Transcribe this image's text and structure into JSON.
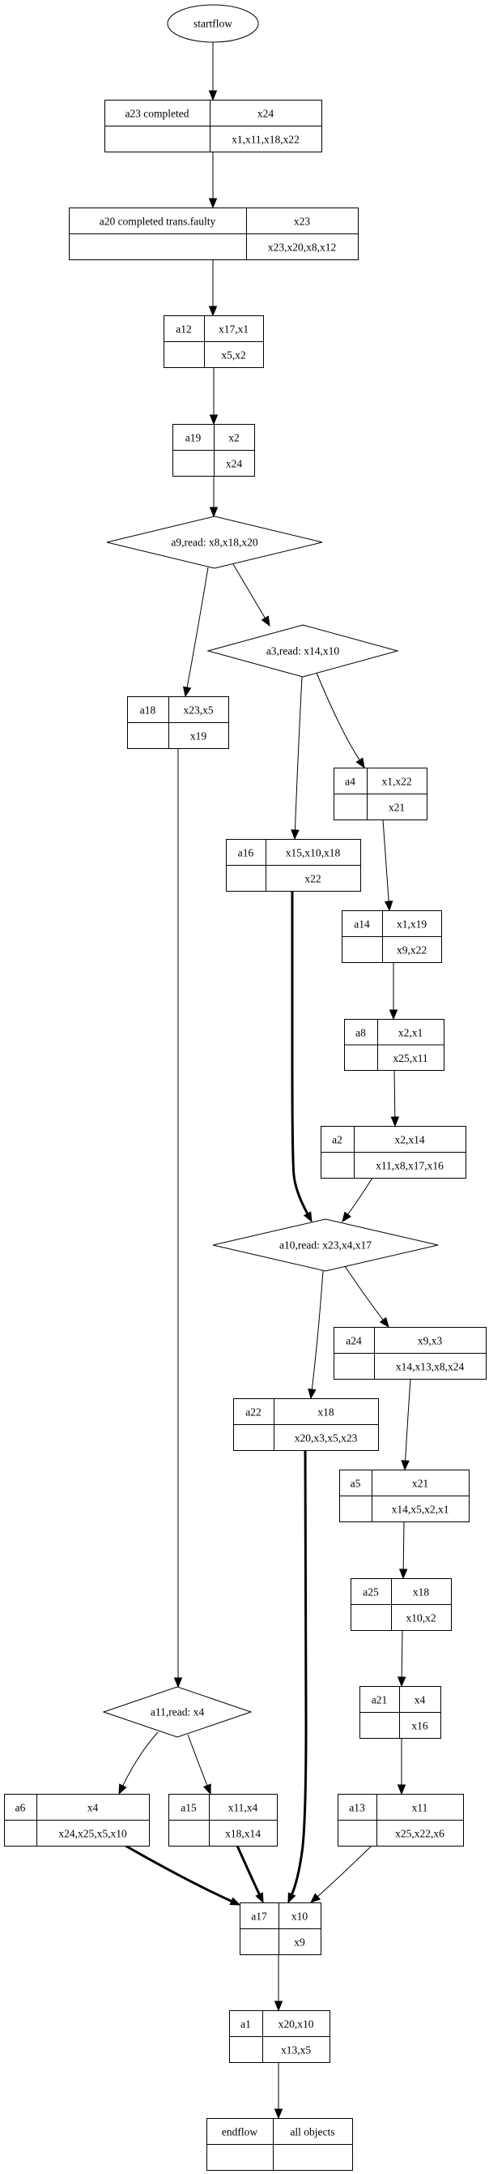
{
  "diagram": {
    "type": "process-flow",
    "nodes": [
      {
        "id": "startflow",
        "shape": "ellipse",
        "label": "startflow"
      },
      {
        "id": "a23",
        "shape": "record",
        "name": "a23 completed",
        "top": "x24",
        "bottom": "x1,x11,x18,x22"
      },
      {
        "id": "a20",
        "shape": "record",
        "name": "a20 completed trans.faulty",
        "top": "x23",
        "bottom": "x23,x20,x8,x12"
      },
      {
        "id": "a12",
        "shape": "record",
        "name": "a12",
        "top": "x17,x1",
        "bottom": "x5,x2"
      },
      {
        "id": "a19",
        "shape": "record",
        "name": "a19",
        "top": "x2",
        "bottom": "x24"
      },
      {
        "id": "a9",
        "shape": "diamond",
        "label": "a9,read: x8,x18,x20"
      },
      {
        "id": "a3",
        "shape": "diamond",
        "label": "a3,read: x14,x10"
      },
      {
        "id": "a18",
        "shape": "record",
        "name": "a18",
        "top": "x23,x5",
        "bottom": "x19"
      },
      {
        "id": "a4",
        "shape": "record",
        "name": "a4",
        "top": "x1,x22",
        "bottom": "x21"
      },
      {
        "id": "a16",
        "shape": "record",
        "name": "a16",
        "top": "x15,x10,x18",
        "bottom": "x22"
      },
      {
        "id": "a14",
        "shape": "record",
        "name": "a14",
        "top": "x1,x19",
        "bottom": "x9,x22"
      },
      {
        "id": "a8",
        "shape": "record",
        "name": "a8",
        "top": "x2,x1",
        "bottom": "x25,x11"
      },
      {
        "id": "a2",
        "shape": "record",
        "name": "a2",
        "top": "x2,x14",
        "bottom": "x11,x8,x17,x16"
      },
      {
        "id": "a10",
        "shape": "diamond",
        "label": "a10,read: x23,x4,x17"
      },
      {
        "id": "a24",
        "shape": "record",
        "name": "a24",
        "top": "x9,x3",
        "bottom": "x14,x13,x8,x24"
      },
      {
        "id": "a22",
        "shape": "record",
        "name": "a22",
        "top": "x18",
        "bottom": "x20,x3,x5,x23"
      },
      {
        "id": "a5",
        "shape": "record",
        "name": "a5",
        "top": "x21",
        "bottom": "x14,x5,x2,x1"
      },
      {
        "id": "a25",
        "shape": "record",
        "name": "a25",
        "top": "x18",
        "bottom": "x10,x2"
      },
      {
        "id": "a21",
        "shape": "record",
        "name": "a21",
        "top": "x4",
        "bottom": "x16"
      },
      {
        "id": "a11",
        "shape": "diamond",
        "label": "a11,read: x4"
      },
      {
        "id": "a6",
        "shape": "record",
        "name": "a6",
        "top": "x4",
        "bottom": "x24,x25,x5,x10"
      },
      {
        "id": "a15",
        "shape": "record",
        "name": "a15",
        "top": "x11,x4",
        "bottom": "x18,x14"
      },
      {
        "id": "a13",
        "shape": "record",
        "name": "a13",
        "top": "x11",
        "bottom": "x25,x22,x6"
      },
      {
        "id": "a17",
        "shape": "record",
        "name": "a17",
        "top": "x10",
        "bottom": "x9"
      },
      {
        "id": "a1",
        "shape": "record",
        "name": "a1",
        "top": "x20,x10",
        "bottom": "x13,x5"
      },
      {
        "id": "endflow",
        "shape": "record",
        "name": "endflow",
        "top": "all objects",
        "bottom": ""
      }
    ],
    "edges": [
      {
        "from": "startflow",
        "to": "a23",
        "bold": false
      },
      {
        "from": "a23",
        "to": "a20",
        "bold": false
      },
      {
        "from": "a20",
        "to": "a12",
        "bold": false
      },
      {
        "from": "a12",
        "to": "a19",
        "bold": false
      },
      {
        "from": "a19",
        "to": "a9",
        "bold": false
      },
      {
        "from": "a9",
        "to": "a18",
        "bold": false
      },
      {
        "from": "a9",
        "to": "a3",
        "bold": false
      },
      {
        "from": "a3",
        "to": "a16",
        "bold": false
      },
      {
        "from": "a3",
        "to": "a4",
        "bold": false
      },
      {
        "from": "a4",
        "to": "a14",
        "bold": false
      },
      {
        "from": "a14",
        "to": "a8",
        "bold": false
      },
      {
        "from": "a8",
        "to": "a2",
        "bold": false
      },
      {
        "from": "a16",
        "to": "a10",
        "bold": true
      },
      {
        "from": "a2",
        "to": "a10",
        "bold": false
      },
      {
        "from": "a10",
        "to": "a22",
        "bold": false
      },
      {
        "from": "a10",
        "to": "a24",
        "bold": false
      },
      {
        "from": "a24",
        "to": "a5",
        "bold": false
      },
      {
        "from": "a5",
        "to": "a25",
        "bold": false
      },
      {
        "from": "a25",
        "to": "a21",
        "bold": false
      },
      {
        "from": "a21",
        "to": "a13",
        "bold": false
      },
      {
        "from": "a18",
        "to": "a11",
        "bold": false
      },
      {
        "from": "a11",
        "to": "a6",
        "bold": false
      },
      {
        "from": "a11",
        "to": "a15",
        "bold": false
      },
      {
        "from": "a6",
        "to": "a17",
        "bold": true
      },
      {
        "from": "a15",
        "to": "a17",
        "bold": true
      },
      {
        "from": "a22",
        "to": "a17",
        "bold": true
      },
      {
        "from": "a13",
        "to": "a17",
        "bold": false
      },
      {
        "from": "a17",
        "to": "a1",
        "bold": false
      },
      {
        "from": "a1",
        "to": "endflow",
        "bold": false
      }
    ]
  }
}
